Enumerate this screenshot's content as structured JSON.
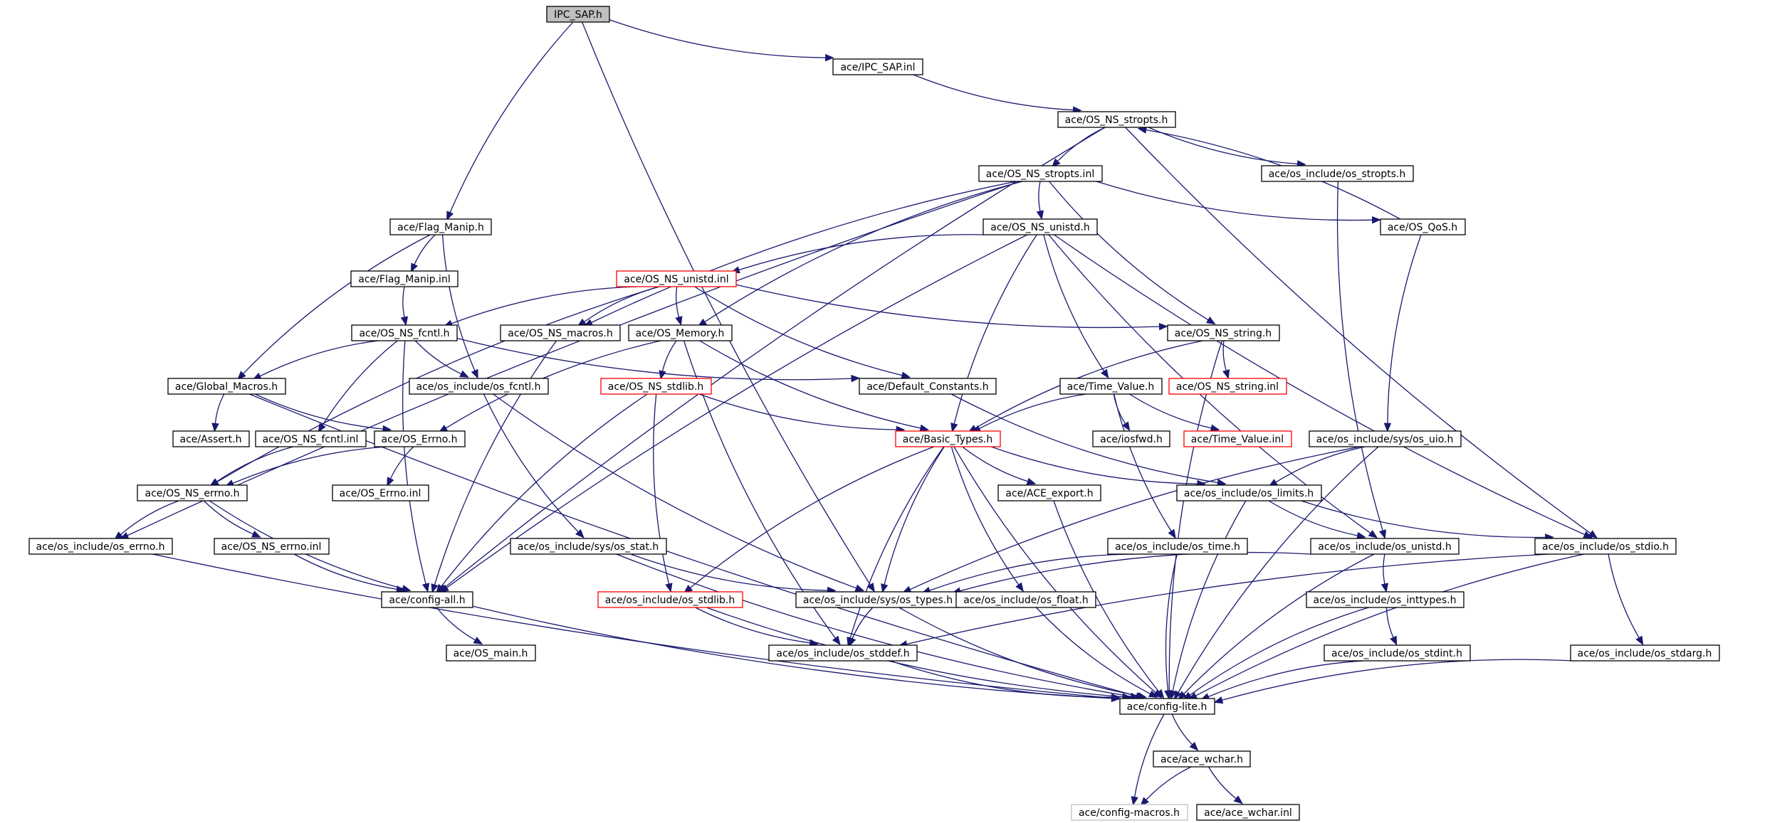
{
  "nodes": [
    {
      "id": "ipc_sap_h",
      "label": "IPC_SAP.h",
      "style": "root"
    },
    {
      "id": "ipc_sap_inl",
      "label": "ace/IPC_SAP.inl"
    },
    {
      "id": "os_ns_stropts_h",
      "label": "ace/OS_NS_stropts.h"
    },
    {
      "id": "os_ns_stropts_inl",
      "label": "ace/OS_NS_stropts.inl"
    },
    {
      "id": "os_include_os_stropts_h",
      "label": "ace/os_include/os_stropts.h"
    },
    {
      "id": "flag_manip_h",
      "label": "ace/Flag_Manip.h"
    },
    {
      "id": "os_ns_unistd_h",
      "label": "ace/OS_NS_unistd.h"
    },
    {
      "id": "os_qos_h",
      "label": "ace/OS_QoS.h"
    },
    {
      "id": "flag_manip_inl",
      "label": "ace/Flag_Manip.inl"
    },
    {
      "id": "os_ns_unistd_inl",
      "label": "ace/OS_NS_unistd.inl",
      "style": "red"
    },
    {
      "id": "os_ns_fcntl_h",
      "label": "ace/OS_NS_fcntl.h"
    },
    {
      "id": "os_ns_macros_h",
      "label": "ace/OS_NS_macros.h"
    },
    {
      "id": "os_memory_h",
      "label": "ace/OS_Memory.h"
    },
    {
      "id": "os_ns_string_h",
      "label": "ace/OS_NS_string.h"
    },
    {
      "id": "global_macros_h",
      "label": "ace/Global_Macros.h"
    },
    {
      "id": "os_include_os_fcntl_h",
      "label": "ace/os_include/os_fcntl.h"
    },
    {
      "id": "os_ns_stdlib_h",
      "label": "ace/OS_NS_stdlib.h",
      "style": "red"
    },
    {
      "id": "default_constants_h",
      "label": "ace/Default_Constants.h"
    },
    {
      "id": "time_value_h",
      "label": "ace/Time_Value.h"
    },
    {
      "id": "os_ns_string_inl",
      "label": "ace/OS_NS_string.inl",
      "style": "red"
    },
    {
      "id": "assert_h",
      "label": "ace/Assert.h"
    },
    {
      "id": "os_ns_fcntl_inl",
      "label": "ace/OS_NS_fcntl.inl"
    },
    {
      "id": "os_errno_h",
      "label": "ace/OS_Errno.h"
    },
    {
      "id": "basic_types_h",
      "label": "ace/Basic_Types.h",
      "style": "red"
    },
    {
      "id": "iosfwd_h",
      "label": "ace/iosfwd.h"
    },
    {
      "id": "time_value_inl",
      "label": "ace/Time_Value.inl",
      "style": "red"
    },
    {
      "id": "os_include_sys_os_uio_h",
      "label": "ace/os_include/sys/os_uio.h"
    },
    {
      "id": "os_ns_errno_h",
      "label": "ace/OS_NS_errno.h"
    },
    {
      "id": "os_errno_inl",
      "label": "ace/OS_Errno.inl"
    },
    {
      "id": "ace_export_h",
      "label": "ace/ACE_export.h"
    },
    {
      "id": "os_include_os_limits_h",
      "label": "ace/os_include/os_limits.h"
    },
    {
      "id": "os_include_os_errno_h",
      "label": "ace/os_include/os_errno.h"
    },
    {
      "id": "os_ns_errno_inl",
      "label": "ace/OS_NS_errno.inl"
    },
    {
      "id": "os_include_sys_os_stat_h",
      "label": "ace/os_include/sys/os_stat.h"
    },
    {
      "id": "os_include_os_time_h",
      "label": "ace/os_include/os_time.h"
    },
    {
      "id": "os_include_os_unistd_h",
      "label": "ace/os_include/os_unistd.h"
    },
    {
      "id": "os_include_os_stdio_h",
      "label": "ace/os_include/os_stdio.h"
    },
    {
      "id": "config_all_h",
      "label": "ace/config-all.h"
    },
    {
      "id": "os_include_os_stdlib_h",
      "label": "ace/os_include/os_stdlib.h",
      "style": "red"
    },
    {
      "id": "os_include_sys_os_types_h",
      "label": "ace/os_include/sys/os_types.h"
    },
    {
      "id": "os_include_os_float_h",
      "label": "ace/os_include/os_float.h"
    },
    {
      "id": "os_include_os_inttypes_h",
      "label": "ace/os_include/os_inttypes.h"
    },
    {
      "id": "os_main_h",
      "label": "ace/OS_main.h"
    },
    {
      "id": "os_include_os_stddef_h",
      "label": "ace/os_include/os_stddef.h"
    },
    {
      "id": "os_include_os_stdint_h",
      "label": "ace/os_include/os_stdint.h"
    },
    {
      "id": "os_include_os_stdarg_h",
      "label": "ace/os_include/os_stdarg.h"
    },
    {
      "id": "config_lite_h",
      "label": "ace/config-lite.h"
    },
    {
      "id": "ace_wchar_h",
      "label": "ace/ace_wchar.h"
    },
    {
      "id": "config_macros_h",
      "label": "ace/config-macros.h",
      "style": "gray"
    },
    {
      "id": "ace_wchar_inl",
      "label": "ace/ace_wchar.inl"
    }
  ],
  "edges": [
    [
      "ipc_sap_h",
      "ipc_sap_inl"
    ],
    [
      "ipc_sap_h",
      "flag_manip_h"
    ],
    [
      "ipc_sap_h",
      "os_include_sys_os_types_h"
    ],
    [
      "ipc_sap_inl",
      "os_ns_stropts_h"
    ],
    [
      "os_ns_stropts_h",
      "os_ns_stropts_inl"
    ],
    [
      "os_ns_stropts_h",
      "os_include_os_stropts_h"
    ],
    [
      "os_ns_stropts_h",
      "os_include_os_stdio_h"
    ],
    [
      "os_ns_stropts_h",
      "config_all_h"
    ],
    [
      "os_ns_stropts_inl",
      "os_ns_unistd_h"
    ],
    [
      "os_ns_stropts_inl",
      "os_qos_h"
    ],
    [
      "os_ns_stropts_inl",
      "os_ns_string_h"
    ],
    [
      "os_ns_stropts_inl",
      "os_ns_macros_h"
    ],
    [
      "os_ns_stropts_inl",
      "os_memory_h"
    ],
    [
      "os_ns_stropts_inl",
      "os_include_os_errno_h"
    ],
    [
      "os_include_os_stropts_h",
      "os_include_os_unistd_h"
    ],
    [
      "os_qos_h",
      "os_ns_stropts_h"
    ],
    [
      "os_qos_h",
      "os_include_sys_os_uio_h"
    ],
    [
      "flag_manip_h",
      "flag_manip_inl"
    ],
    [
      "flag_manip_h",
      "global_macros_h"
    ],
    [
      "flag_manip_h",
      "os_include_os_fcntl_h"
    ],
    [
      "flag_manip_inl",
      "os_ns_fcntl_h"
    ],
    [
      "os_ns_unistd_h",
      "os_ns_unistd_inl"
    ],
    [
      "os_ns_unistd_h",
      "time_value_h"
    ],
    [
      "os_ns_unistd_h",
      "basic_types_h"
    ],
    [
      "os_ns_unistd_h",
      "os_include_os_unistd_h"
    ],
    [
      "os_ns_unistd_h",
      "os_include_os_stdio_h"
    ],
    [
      "os_ns_unistd_h",
      "config_all_h"
    ],
    [
      "os_ns_unistd_inl",
      "os_ns_fcntl_h"
    ],
    [
      "os_ns_unistd_inl",
      "os_ns_macros_h"
    ],
    [
      "os_ns_unistd_inl",
      "os_memory_h"
    ],
    [
      "os_ns_unistd_inl",
      "os_ns_string_h"
    ],
    [
      "os_ns_unistd_inl",
      "default_constants_h"
    ],
    [
      "os_ns_unistd_inl",
      "os_ns_errno_h"
    ],
    [
      "os_ns_fcntl_h",
      "global_macros_h"
    ],
    [
      "os_ns_fcntl_h",
      "os_include_os_fcntl_h"
    ],
    [
      "os_ns_fcntl_h",
      "os_ns_fcntl_inl"
    ],
    [
      "os_ns_fcntl_h",
      "default_constants_h"
    ],
    [
      "os_ns_fcntl_h",
      "config_all_h"
    ],
    [
      "os_ns_macros_h",
      "config_all_h"
    ],
    [
      "os_memory_h",
      "os_ns_stdlib_h"
    ],
    [
      "os_memory_h",
      "basic_types_h"
    ],
    [
      "os_memory_h",
      "os_errno_h"
    ],
    [
      "os_memory_h",
      "os_include_os_stddef_h"
    ],
    [
      "os_ns_string_h",
      "os_ns_string_inl"
    ],
    [
      "os_ns_string_h",
      "basic_types_h"
    ],
    [
      "os_ns_string_h",
      "config_lite_h"
    ],
    [
      "global_macros_h",
      "assert_h"
    ],
    [
      "global_macros_h",
      "os_errno_h"
    ],
    [
      "global_macros_h",
      "config_lite_h"
    ],
    [
      "os_include_os_fcntl_h",
      "os_include_sys_os_stat_h"
    ],
    [
      "os_include_os_fcntl_h",
      "os_include_sys_os_types_h"
    ],
    [
      "os_ns_stdlib_h",
      "basic_types_h"
    ],
    [
      "os_ns_stdlib_h",
      "os_include_os_stdlib_h"
    ],
    [
      "os_ns_stdlib_h",
      "config_all_h"
    ],
    [
      "default_constants_h",
      "os_include_os_limits_h"
    ],
    [
      "time_value_h",
      "basic_types_h"
    ],
    [
      "time_value_h",
      "iosfwd_h"
    ],
    [
      "time_value_h",
      "time_value_inl"
    ],
    [
      "time_value_h",
      "os_include_os_time_h"
    ],
    [
      "os_ns_fcntl_inl",
      "os_ns_errno_h"
    ],
    [
      "os_errno_h",
      "os_ns_errno_h"
    ],
    [
      "os_errno_h",
      "os_errno_inl"
    ],
    [
      "basic_types_h",
      "ace_export_h"
    ],
    [
      "basic_types_h",
      "os_include_os_limits_h"
    ],
    [
      "basic_types_h",
      "os_include_sys_os_types_h"
    ],
    [
      "basic_types_h",
      "os_include_os_float_h"
    ],
    [
      "basic_types_h",
      "os_include_os_stdlib_h"
    ],
    [
      "basic_types_h",
      "os_include_os_stddef_h"
    ],
    [
      "basic_types_h",
      "config_lite_h"
    ],
    [
      "os_include_sys_os_uio_h",
      "os_include_os_limits_h"
    ],
    [
      "os_include_sys_os_uio_h",
      "os_include_sys_os_types_h"
    ],
    [
      "os_include_sys_os_uio_h",
      "config_lite_h"
    ],
    [
      "os_ns_errno_h",
      "os_include_os_errno_h"
    ],
    [
      "os_ns_errno_h",
      "os_ns_errno_inl"
    ],
    [
      "os_ns_errno_h",
      "config_all_h"
    ],
    [
      "ace_export_h",
      "config_lite_h"
    ],
    [
      "os_include_os_limits_h",
      "os_include_os_unistd_h"
    ],
    [
      "os_include_os_limits_h",
      "os_include_os_stdio_h"
    ],
    [
      "os_include_os_limits_h",
      "config_lite_h"
    ],
    [
      "os_include_os_errno_h",
      "config_lite_h"
    ],
    [
      "os_ns_errno_inl",
      "config_all_h"
    ],
    [
      "os_include_sys_os_stat_h",
      "os_include_sys_os_types_h"
    ],
    [
      "os_include_sys_os_stat_h",
      "config_lite_h"
    ],
    [
      "os_include_os_time_h",
      "os_include_sys_os_types_h"
    ],
    [
      "os_include_os_time_h",
      "config_lite_h"
    ],
    [
      "os_include_os_unistd_h",
      "os_include_os_inttypes_h"
    ],
    [
      "os_include_os_unistd_h",
      "os_include_sys_os_types_h"
    ],
    [
      "os_include_os_unistd_h",
      "config_lite_h"
    ],
    [
      "os_include_os_stdio_h",
      "os_include_os_stdarg_h"
    ],
    [
      "os_include_os_stdio_h",
      "os_include_os_stddef_h"
    ],
    [
      "os_include_os_stdio_h",
      "config_lite_h"
    ],
    [
      "config_all_h",
      "os_main_h"
    ],
    [
      "config_all_h",
      "config_lite_h"
    ],
    [
      "os_include_os_stdlib_h",
      "os_include_os_stddef_h"
    ],
    [
      "os_include_os_stdlib_h",
      "config_lite_h"
    ],
    [
      "os_include_sys_os_types_h",
      "os_include_os_stddef_h"
    ],
    [
      "os_include_sys_os_types_h",
      "config_lite_h"
    ],
    [
      "os_include_os_float_h",
      "config_lite_h"
    ],
    [
      "os_include_os_inttypes_h",
      "os_include_os_stdint_h"
    ],
    [
      "os_include_os_inttypes_h",
      "config_lite_h"
    ],
    [
      "os_include_os_stddef_h",
      "config_lite_h"
    ],
    [
      "os_include_os_stdint_h",
      "config_lite_h"
    ],
    [
      "os_include_os_stdarg_h",
      "config_lite_h"
    ],
    [
      "config_lite_h",
      "ace_wchar_h"
    ],
    [
      "config_lite_h",
      "config_macros_h"
    ],
    [
      "ace_wchar_h",
      "config_macros_h"
    ],
    [
      "ace_wchar_h",
      "ace_wchar_inl"
    ]
  ]
}
